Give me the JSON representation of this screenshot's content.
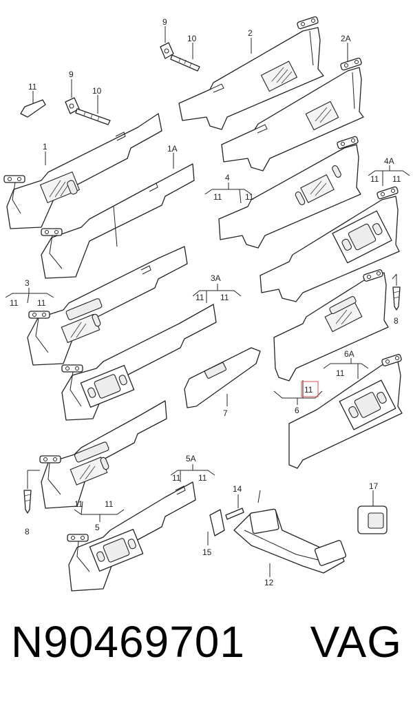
{
  "diagram": {
    "labels": {
      "l1": "1",
      "l1A": "1A",
      "l2": "2",
      "l2A": "2A",
      "l3": "3",
      "l3A": "3A",
      "l4": "4",
      "l4A": "4A",
      "l5": "5",
      "l5A": "5A",
      "l6": "6",
      "l6A": "6A",
      "l7": "7",
      "l8a": "8",
      "l8b": "8",
      "l9a": "9",
      "l9b": "9",
      "l10a": "10",
      "l10b": "10",
      "l11": "11",
      "l11_3a": "11",
      "l11_3b": "11",
      "l11_3Aa": "11",
      "l11_3Ab": "11",
      "l11_4a": "11",
      "l11_4b": "11",
      "l11_4Aa": "11",
      "l11_4Ab": "11",
      "l11_5a": "11",
      "l11_5b": "11",
      "l11_5Aa": "11",
      "l11_5Ab": "11",
      "l11_6": "11",
      "l11_6A": "11",
      "l12": "12",
      "l14": "14",
      "l15": "15",
      "l17": "17"
    },
    "highlight_color": "#e05a5a"
  },
  "footer": {
    "part_number": "N90469701",
    "brand": "VAG"
  }
}
